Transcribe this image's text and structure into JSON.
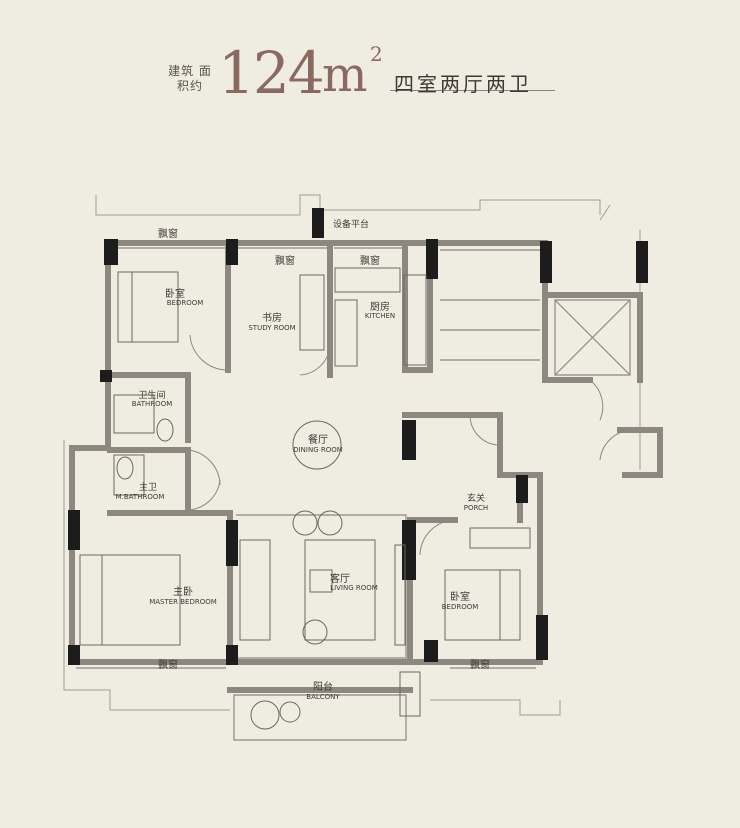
{
  "header": {
    "area_label": "建筑 面积约",
    "area_value": "124",
    "area_unit": "m",
    "area_unit_sup": "2",
    "layout_type": "四室两厅两卫"
  },
  "rooms": {
    "bay_window_top": "飘窗",
    "bedroom1_cn": "卧室",
    "bedroom1_en": "BEDROOM",
    "study_bay": "飘窗",
    "study_cn": "书房",
    "study_en": "STUDY ROOM",
    "kitchen_bay": "飘窗",
    "kitchen_cn": "厨房",
    "kitchen_en": "KITCHEN",
    "equipment_platform": "设备平台",
    "bathroom_cn": "卫生间",
    "bathroom_en": "BATHROOM",
    "dining_cn": "餐厅",
    "dining_en": "DINING ROOM",
    "master_bath_cn": "主卫",
    "master_bath_en": "M.BATHROOM",
    "porch_cn": "玄关",
    "porch_en": "PORCH",
    "master_bed_cn": "主卧",
    "master_bed_en": "MASTER BEDROOM",
    "living_cn": "客厅",
    "living_en": "LIVING ROOM",
    "bedroom2_cn": "卧室",
    "bedroom2_en": "BEDROOM",
    "master_bay": "飘窗",
    "bedroom2_bay": "飘窗",
    "balcony_cn": "阳台",
    "balcony_en": "BALCONY"
  },
  "colors": {
    "background": "#efece1",
    "wall": "#8d8780",
    "column": "#1c1c1c",
    "accent": "#8a6a60"
  }
}
